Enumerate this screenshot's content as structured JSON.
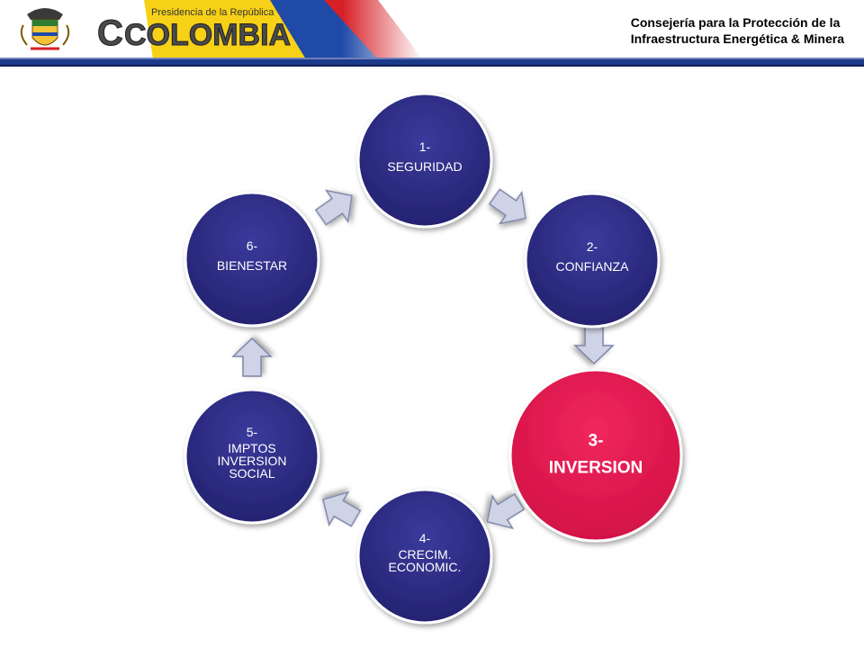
{
  "header": {
    "presidency_line": "Presidencia de la República",
    "country_logo": "COLOMBIA",
    "title_line1": "Consejería para la Protección de la",
    "title_line2": "Infraestructura Energética & Minera"
  },
  "colors": {
    "node_blue": "#2b2a85",
    "node_highlight": "#e8154f",
    "arrow_fill": "#cfd3e6",
    "rule_blue": "#1b3a8a",
    "flag_yellow": "#f7d117",
    "flag_blue": "#1f4aa8",
    "flag_red": "#d61f26"
  },
  "diagram": {
    "nodes": [
      {
        "number": "1-",
        "label": [
          "SEGURIDAD"
        ],
        "highlight": false
      },
      {
        "number": "2-",
        "label": [
          "CONFIANZA"
        ],
        "highlight": false
      },
      {
        "number": "3-",
        "label": [
          "INVERSION"
        ],
        "highlight": true
      },
      {
        "number": "4-",
        "label": [
          "CRECIM.",
          "ECONOMIC."
        ],
        "highlight": false
      },
      {
        "number": "5-",
        "label": [
          "IMPTOS",
          "INVERSION",
          "SOCIAL"
        ],
        "highlight": false
      },
      {
        "number": "6-",
        "label": [
          "BIENESTAR"
        ],
        "highlight": false
      }
    ],
    "cycle_direction": "clockwise"
  }
}
